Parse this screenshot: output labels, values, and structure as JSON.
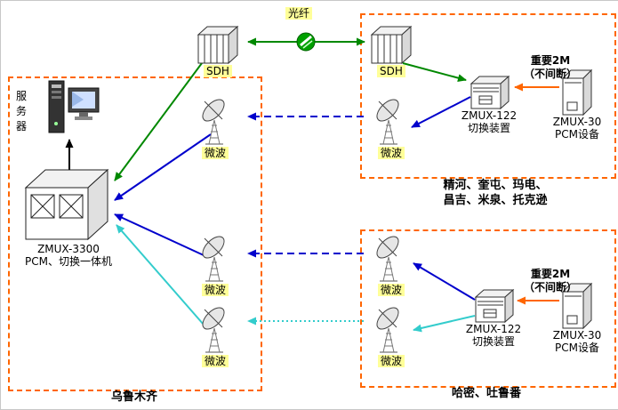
{
  "diagram": {
    "fiber_label": "光纤",
    "sdh_label": "SDH",
    "microwave_label": "微波",
    "server_label": "服务器",
    "zmux3300_name": "ZMUX-3300",
    "zmux3300_desc": "PCM、切换一体机",
    "zmux122_name": "ZMUX-122",
    "zmux122_desc": "切换装置",
    "zmux30_name": "ZMUX-30",
    "zmux30_desc": "PCM设备",
    "important_2m_line1": "重要2M",
    "important_2m_line2": "（不间断）",
    "regions": {
      "urumqi": "乌鲁木齐",
      "north_line1": "精河、奎屯、玛电、",
      "north_line2": "昌吉、米泉、托克逊",
      "east": "哈密、吐鲁番"
    },
    "colors": {
      "region_border": "#ff6600",
      "fiber_green": "#008800",
      "microwave_blue": "#0000cc",
      "microwave_cyan": "#33cccc",
      "important_orange": "#ff6600",
      "label_bg": "#ffff99"
    }
  }
}
